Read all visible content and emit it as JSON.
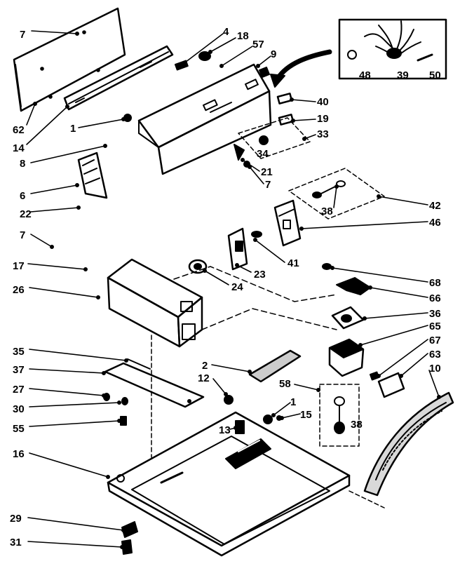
{
  "diagram": {
    "ink_color": "#000000",
    "paper_color": "#ffffff",
    "callouts": [
      {
        "id": "c7a",
        "text": "7"
      },
      {
        "id": "c4",
        "text": "4"
      },
      {
        "id": "c18",
        "text": "18"
      },
      {
        "id": "c57",
        "text": "57"
      },
      {
        "id": "c9",
        "text": "9"
      },
      {
        "id": "c48",
        "text": "48"
      },
      {
        "id": "c39",
        "text": "39"
      },
      {
        "id": "c50",
        "text": "50"
      },
      {
        "id": "c40",
        "text": "40"
      },
      {
        "id": "c19",
        "text": "19"
      },
      {
        "id": "c33",
        "text": "33"
      },
      {
        "id": "c34",
        "text": "34"
      },
      {
        "id": "c21",
        "text": "21"
      },
      {
        "id": "c7b",
        "text": "7"
      },
      {
        "id": "c62",
        "text": "62"
      },
      {
        "id": "c14",
        "text": "14"
      },
      {
        "id": "c1a",
        "text": "1"
      },
      {
        "id": "c8",
        "text": "8"
      },
      {
        "id": "c6",
        "text": "6"
      },
      {
        "id": "c22",
        "text": "22"
      },
      {
        "id": "c42",
        "text": "42"
      },
      {
        "id": "c38a",
        "text": "38"
      },
      {
        "id": "c46",
        "text": "46"
      },
      {
        "id": "c7c",
        "text": "7"
      },
      {
        "id": "c17",
        "text": "17"
      },
      {
        "id": "c41",
        "text": "41"
      },
      {
        "id": "c23",
        "text": "23"
      },
      {
        "id": "c24",
        "text": "24"
      },
      {
        "id": "c26",
        "text": "26"
      },
      {
        "id": "c68",
        "text": "68"
      },
      {
        "id": "c66",
        "text": "66"
      },
      {
        "id": "c36",
        "text": "36"
      },
      {
        "id": "c65",
        "text": "65"
      },
      {
        "id": "c67",
        "text": "67"
      },
      {
        "id": "c63",
        "text": "63"
      },
      {
        "id": "c10",
        "text": "10"
      },
      {
        "id": "c35",
        "text": "35"
      },
      {
        "id": "c37",
        "text": "37"
      },
      {
        "id": "c27",
        "text": "27"
      },
      {
        "id": "c30",
        "text": "30"
      },
      {
        "id": "c55",
        "text": "55"
      },
      {
        "id": "c2",
        "text": "2"
      },
      {
        "id": "c12",
        "text": "12"
      },
      {
        "id": "c58",
        "text": "58"
      },
      {
        "id": "c1b",
        "text": "1"
      },
      {
        "id": "c15",
        "text": "15"
      },
      {
        "id": "c13",
        "text": "13"
      },
      {
        "id": "c38b",
        "text": "38"
      },
      {
        "id": "c16",
        "text": "16"
      },
      {
        "id": "c29",
        "text": "29"
      },
      {
        "id": "c31",
        "text": "31"
      }
    ]
  }
}
